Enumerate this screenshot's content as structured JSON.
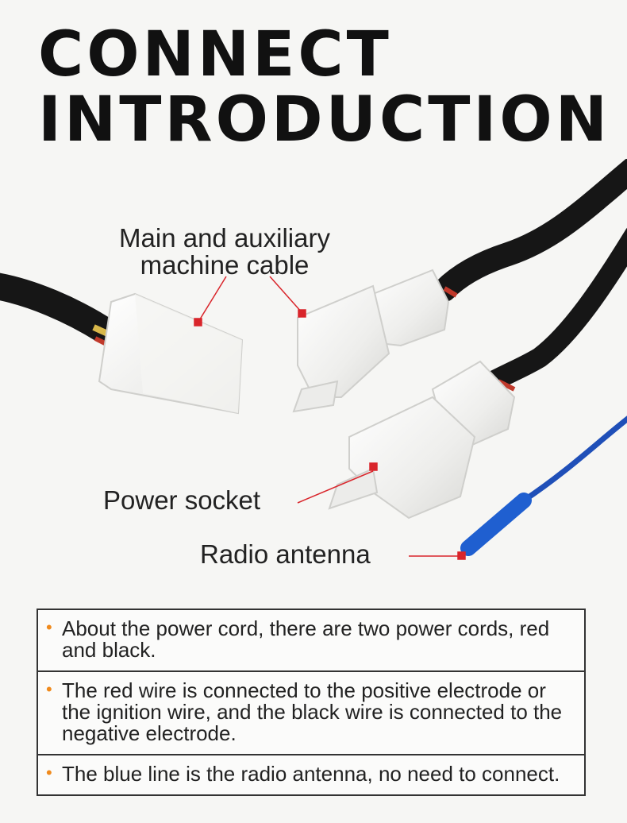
{
  "title": {
    "line1": "CONNECT",
    "line2": "INTRODUCTION"
  },
  "labels": {
    "main_aux_line1": "Main and auxiliary",
    "main_aux_line2": "machine cable",
    "power_socket": "Power socket",
    "radio_antenna": "Radio antenna"
  },
  "notes": [
    "About the power cord, there are two power cords, red and black.",
    "The red wire is connected to the positive electrode or the ignition wire, and the black wire is connected to the negative electrode.",
    "The blue line is the radio antenna, no need to connect."
  ],
  "colors": {
    "bullet": "#f08a1c",
    "leader_line": "#d9252b",
    "cable_black": "#1a1a1a",
    "cable_blue": "#1f4fb8",
    "connector": "#f1f1ef"
  }
}
